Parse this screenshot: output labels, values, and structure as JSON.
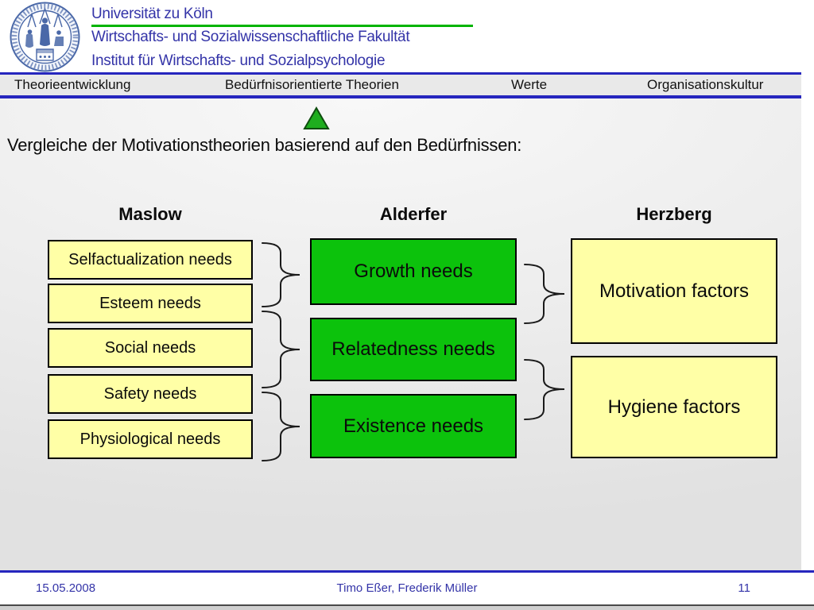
{
  "header": {
    "logo": "university-of-cologne-seal",
    "university": "Universität zu Köln",
    "faculty": "Wirtschafts- und Sozialwissenschaftliche Fakultät",
    "institute": "Institut für Wirtschafts- und Sozialpsychologie",
    "text_color": "#3434A8",
    "underline_color": "#00B400"
  },
  "nav": {
    "items": [
      {
        "label": "Theorieentwicklung",
        "current": false
      },
      {
        "label": "Bedürfnisorientierte Theorien",
        "current": true
      },
      {
        "label": "Werte",
        "current": false
      },
      {
        "label": "Organisationskultur",
        "current": false
      }
    ],
    "marker": "green-triangle",
    "marker_color": "#1EAD1E",
    "line_color": "#2626BE"
  },
  "slide": {
    "title": "Vergleiche der Motivationstheorien basierend auf den Bedürfnissen:",
    "diagram": {
      "columns": [
        {
          "header": "Maslow",
          "box_color": "#FFFFA6",
          "boxes": [
            "Selfactualization needs",
            "Esteem needs",
            "Social needs",
            "Safety needs",
            "Physiological needs"
          ]
        },
        {
          "header": "Alderfer",
          "box_color": "#0CC20C",
          "boxes": [
            "Growth needs",
            "Relatedness needs",
            "Existence needs"
          ]
        },
        {
          "header": "Herzberg",
          "box_color": "#FFFFA6",
          "boxes": [
            "Motivation factors",
            "Hygiene factors"
          ]
        }
      ],
      "mappings": [
        {
          "from": [
            "Selfactualization needs",
            "Esteem needs"
          ],
          "to": "Growth needs"
        },
        {
          "from": [
            "Esteem needs",
            "Social needs",
            "Safety needs"
          ],
          "to": "Relatedness needs"
        },
        {
          "from": [
            "Safety needs",
            "Physiological needs"
          ],
          "to": "Existence needs"
        },
        {
          "from": [
            "Growth needs"
          ],
          "to": "Motivation factors"
        },
        {
          "from": [
            "Relatedness needs",
            "Existence needs"
          ],
          "to": "Hygiene factors"
        }
      ]
    }
  },
  "footer": {
    "date": "15.05.2008",
    "authors": "Timo Eßer, Frederik Müller",
    "page": "11",
    "text_color": "#3434A8"
  }
}
